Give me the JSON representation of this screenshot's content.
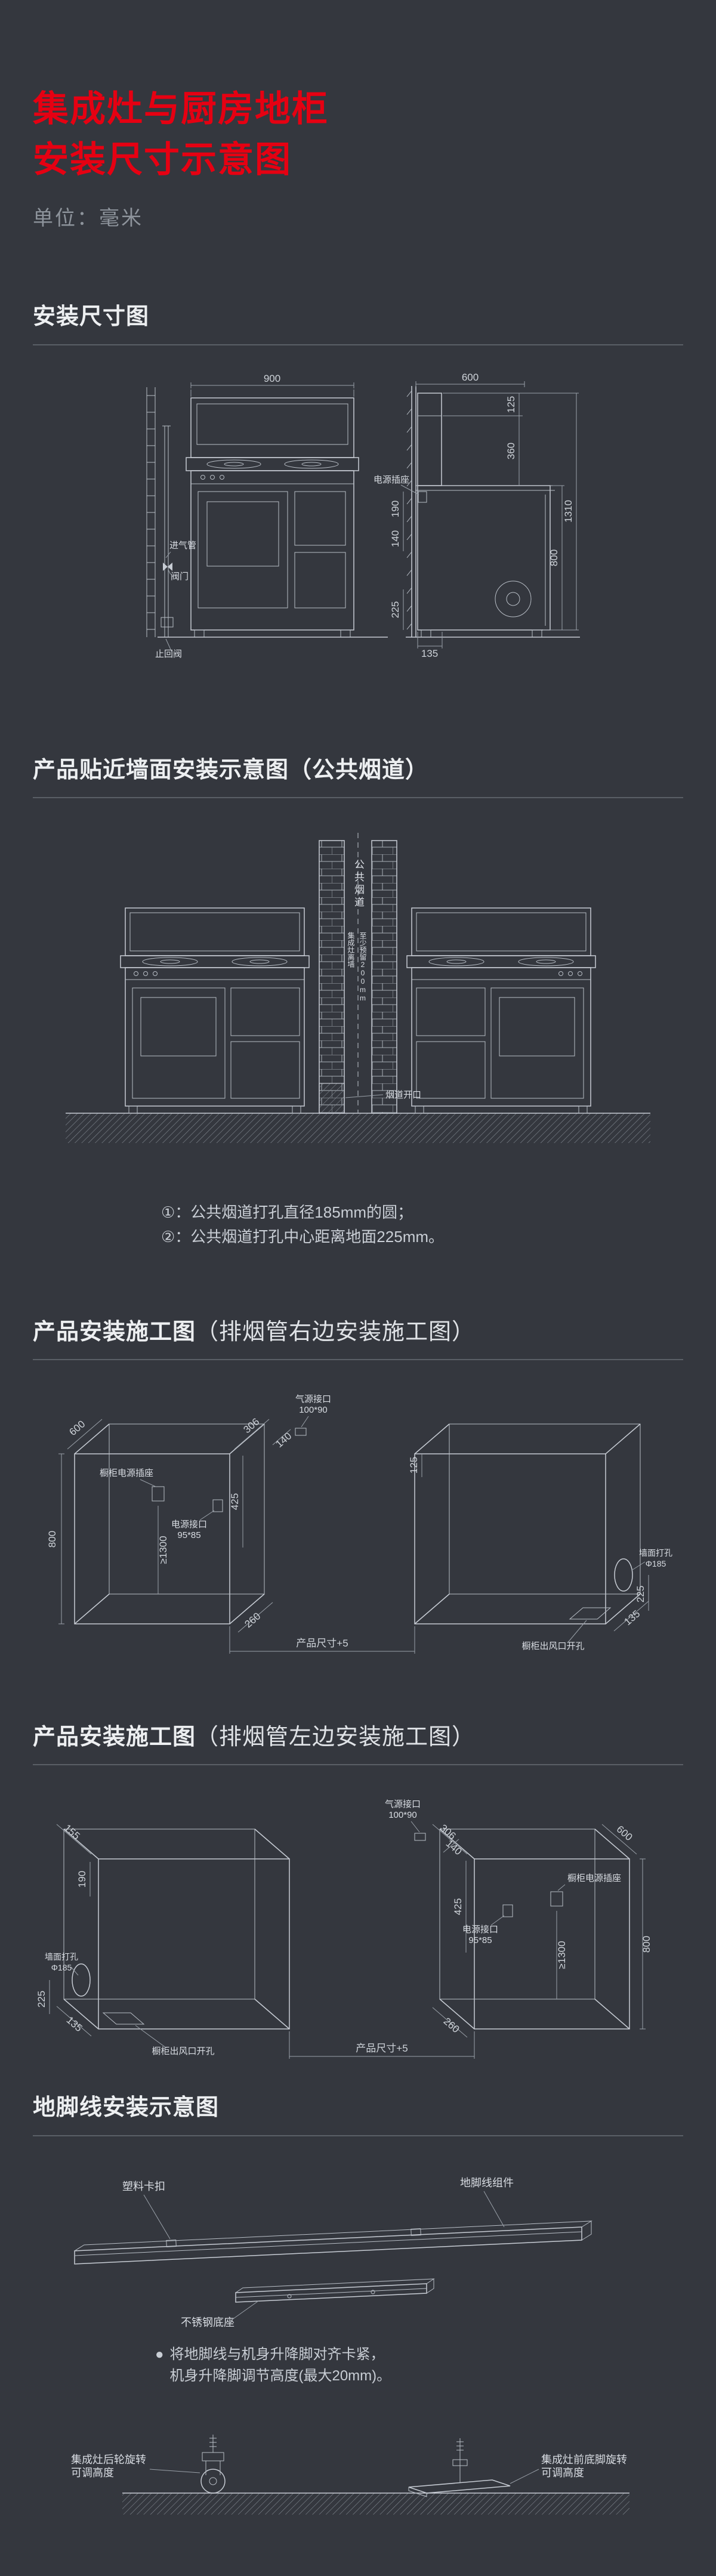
{
  "colors": {
    "accent_red": "#e60012",
    "background": "#34373e",
    "drawing_line": "#c7ccd4"
  },
  "header": {
    "title_line1": "集成灶与厨房地柜",
    "title_line2": "安装尺寸示意图",
    "unit_label": "单位：毫米"
  },
  "section1": {
    "heading": "安装尺寸图",
    "front": {
      "dim_width": "900",
      "label_gas_pipe": "进气管",
      "label_valve": "阀门",
      "label_check_valve": "止回阀"
    },
    "side": {
      "dim_depth": "600",
      "dim_total_height": "1310",
      "dim_counter_height": "800",
      "dim_top": "125",
      "dim_hood": "360",
      "dim_socket_height": "190",
      "dim_gas_height": "140",
      "dim_check_height": "225",
      "dim_bottom_depth": "135",
      "label_socket": "电源插座"
    }
  },
  "section2": {
    "heading": "产品贴近墙面安装示意图（公共烟道）",
    "label_flue": "公共烟道",
    "label_wall_gap_line1": "集成灶离墙",
    "label_wall_gap_line2": "至少预留200mm",
    "label_opening": "烟道开口",
    "note1": "①：公共烟道打孔直径185mm的圆；",
    "note2": "②：公共烟道打孔中心距离地面225mm。"
  },
  "section3": {
    "heading": "产品安装施工图",
    "heading_sub": "（排烟管右边安装施工图）",
    "label_gas_port": "气源接口",
    "label_gas_port_size": "100*90",
    "label_cabinet_socket": "橱柜电源插座",
    "dim_socket_height": "≥1300",
    "label_power_port": "电源接口",
    "label_power_port_size": "95*85",
    "label_wall_hole": "墙面打孔",
    "label_wall_hole_size": "Φ185",
    "label_outlet": "橱柜出风口开孔",
    "dim_product_width": "产品尺寸+5",
    "dim_600": "600",
    "dim_800": "800",
    "dim_306": "306",
    "dim_425": "425",
    "dim_140": "140",
    "dim_260": "260",
    "dim_125": "125",
    "dim_225": "225",
    "dim_135": "135"
  },
  "section4": {
    "heading": "产品安装施工图",
    "heading_sub": "（排烟管左边安装施工图）",
    "label_gas_port": "气源接口",
    "label_gas_port_size": "100*90",
    "label_cabinet_socket": "橱柜电源插座",
    "dim_socket_height": "≥1300",
    "label_power_port": "电源接口",
    "label_power_port_size": "95*85",
    "label_wall_hole": "墙面打孔",
    "label_wall_hole_size": "Φ185",
    "label_outlet": "橱柜出风口开孔",
    "dim_product_width": "产品尺寸+5",
    "dim_600": "600",
    "dim_800": "800",
    "dim_306": "306",
    "dim_425": "425",
    "dim_140": "140",
    "dim_260": "260",
    "dim_155": "155",
    "dim_190": "190",
    "dim_225": "225",
    "dim_135": "135"
  },
  "section5": {
    "heading": "地脚线安装示意图",
    "label_clip": "塑料卡扣",
    "label_assembly": "地脚线组件",
    "label_base": "不锈钢底座",
    "note_bullet": "●",
    "note_line1": "将地脚线与机身升降脚对齐卡紧，",
    "note_line2": "机身升降脚调节高度(最大20mm)。",
    "label_rear_line1": "集成灶后轮旋转",
    "label_rear_line2": "可调高度",
    "label_front_line1": "集成灶前底脚旋转",
    "label_front_line2": "可调高度"
  }
}
